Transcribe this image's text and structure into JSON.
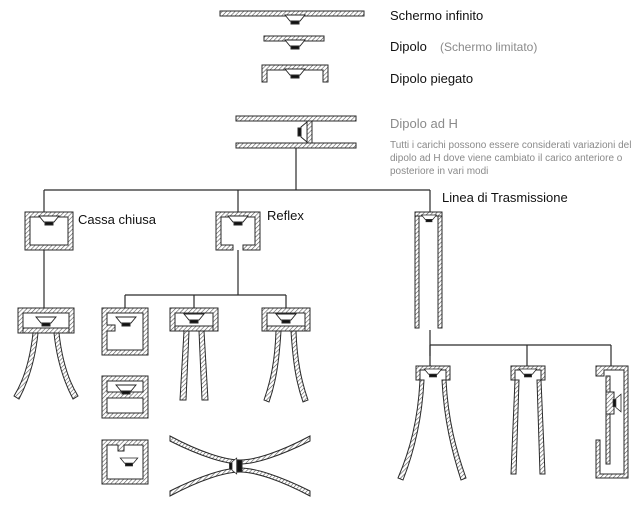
{
  "labels": {
    "infinite_baffle": "Schermo infinito",
    "dipole": "Dipolo",
    "dipole_note": "(Schermo limitato)",
    "folded_dipole": "Dipolo piegato",
    "h_dipole": "Dipolo ad H",
    "h_dipole_description": "Tutti i carichi possono essere considerati variazioni del dipolo ad H dove viene cambiato il carico anteriore o posteriore in vari modi",
    "closed_box": "Cassa chiusa",
    "reflex": "Reflex",
    "transmission_line": "Linea di Trasmissione"
  },
  "colors": {
    "line": "#2a2a2a",
    "hatch": "#555555",
    "text": "#111111",
    "muted_text": "#8a8a8a"
  },
  "icons": [
    "loudspeaker-driver-icon"
  ]
}
